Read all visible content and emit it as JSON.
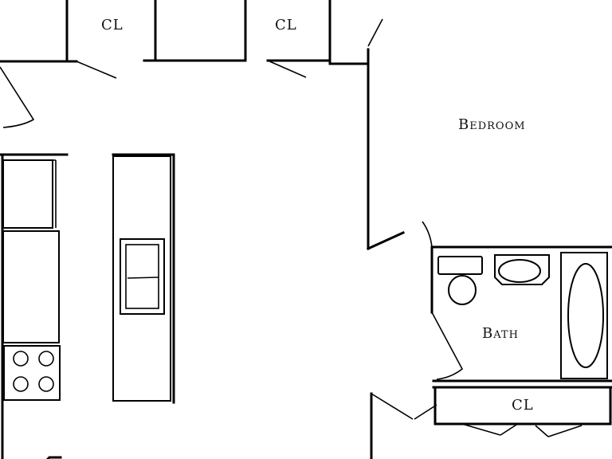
{
  "rooms": {
    "closet_left": "CL",
    "closet_mid": "CL",
    "bedroom": "Bedroom",
    "bath": "Bath",
    "closet_bath": "CL"
  }
}
